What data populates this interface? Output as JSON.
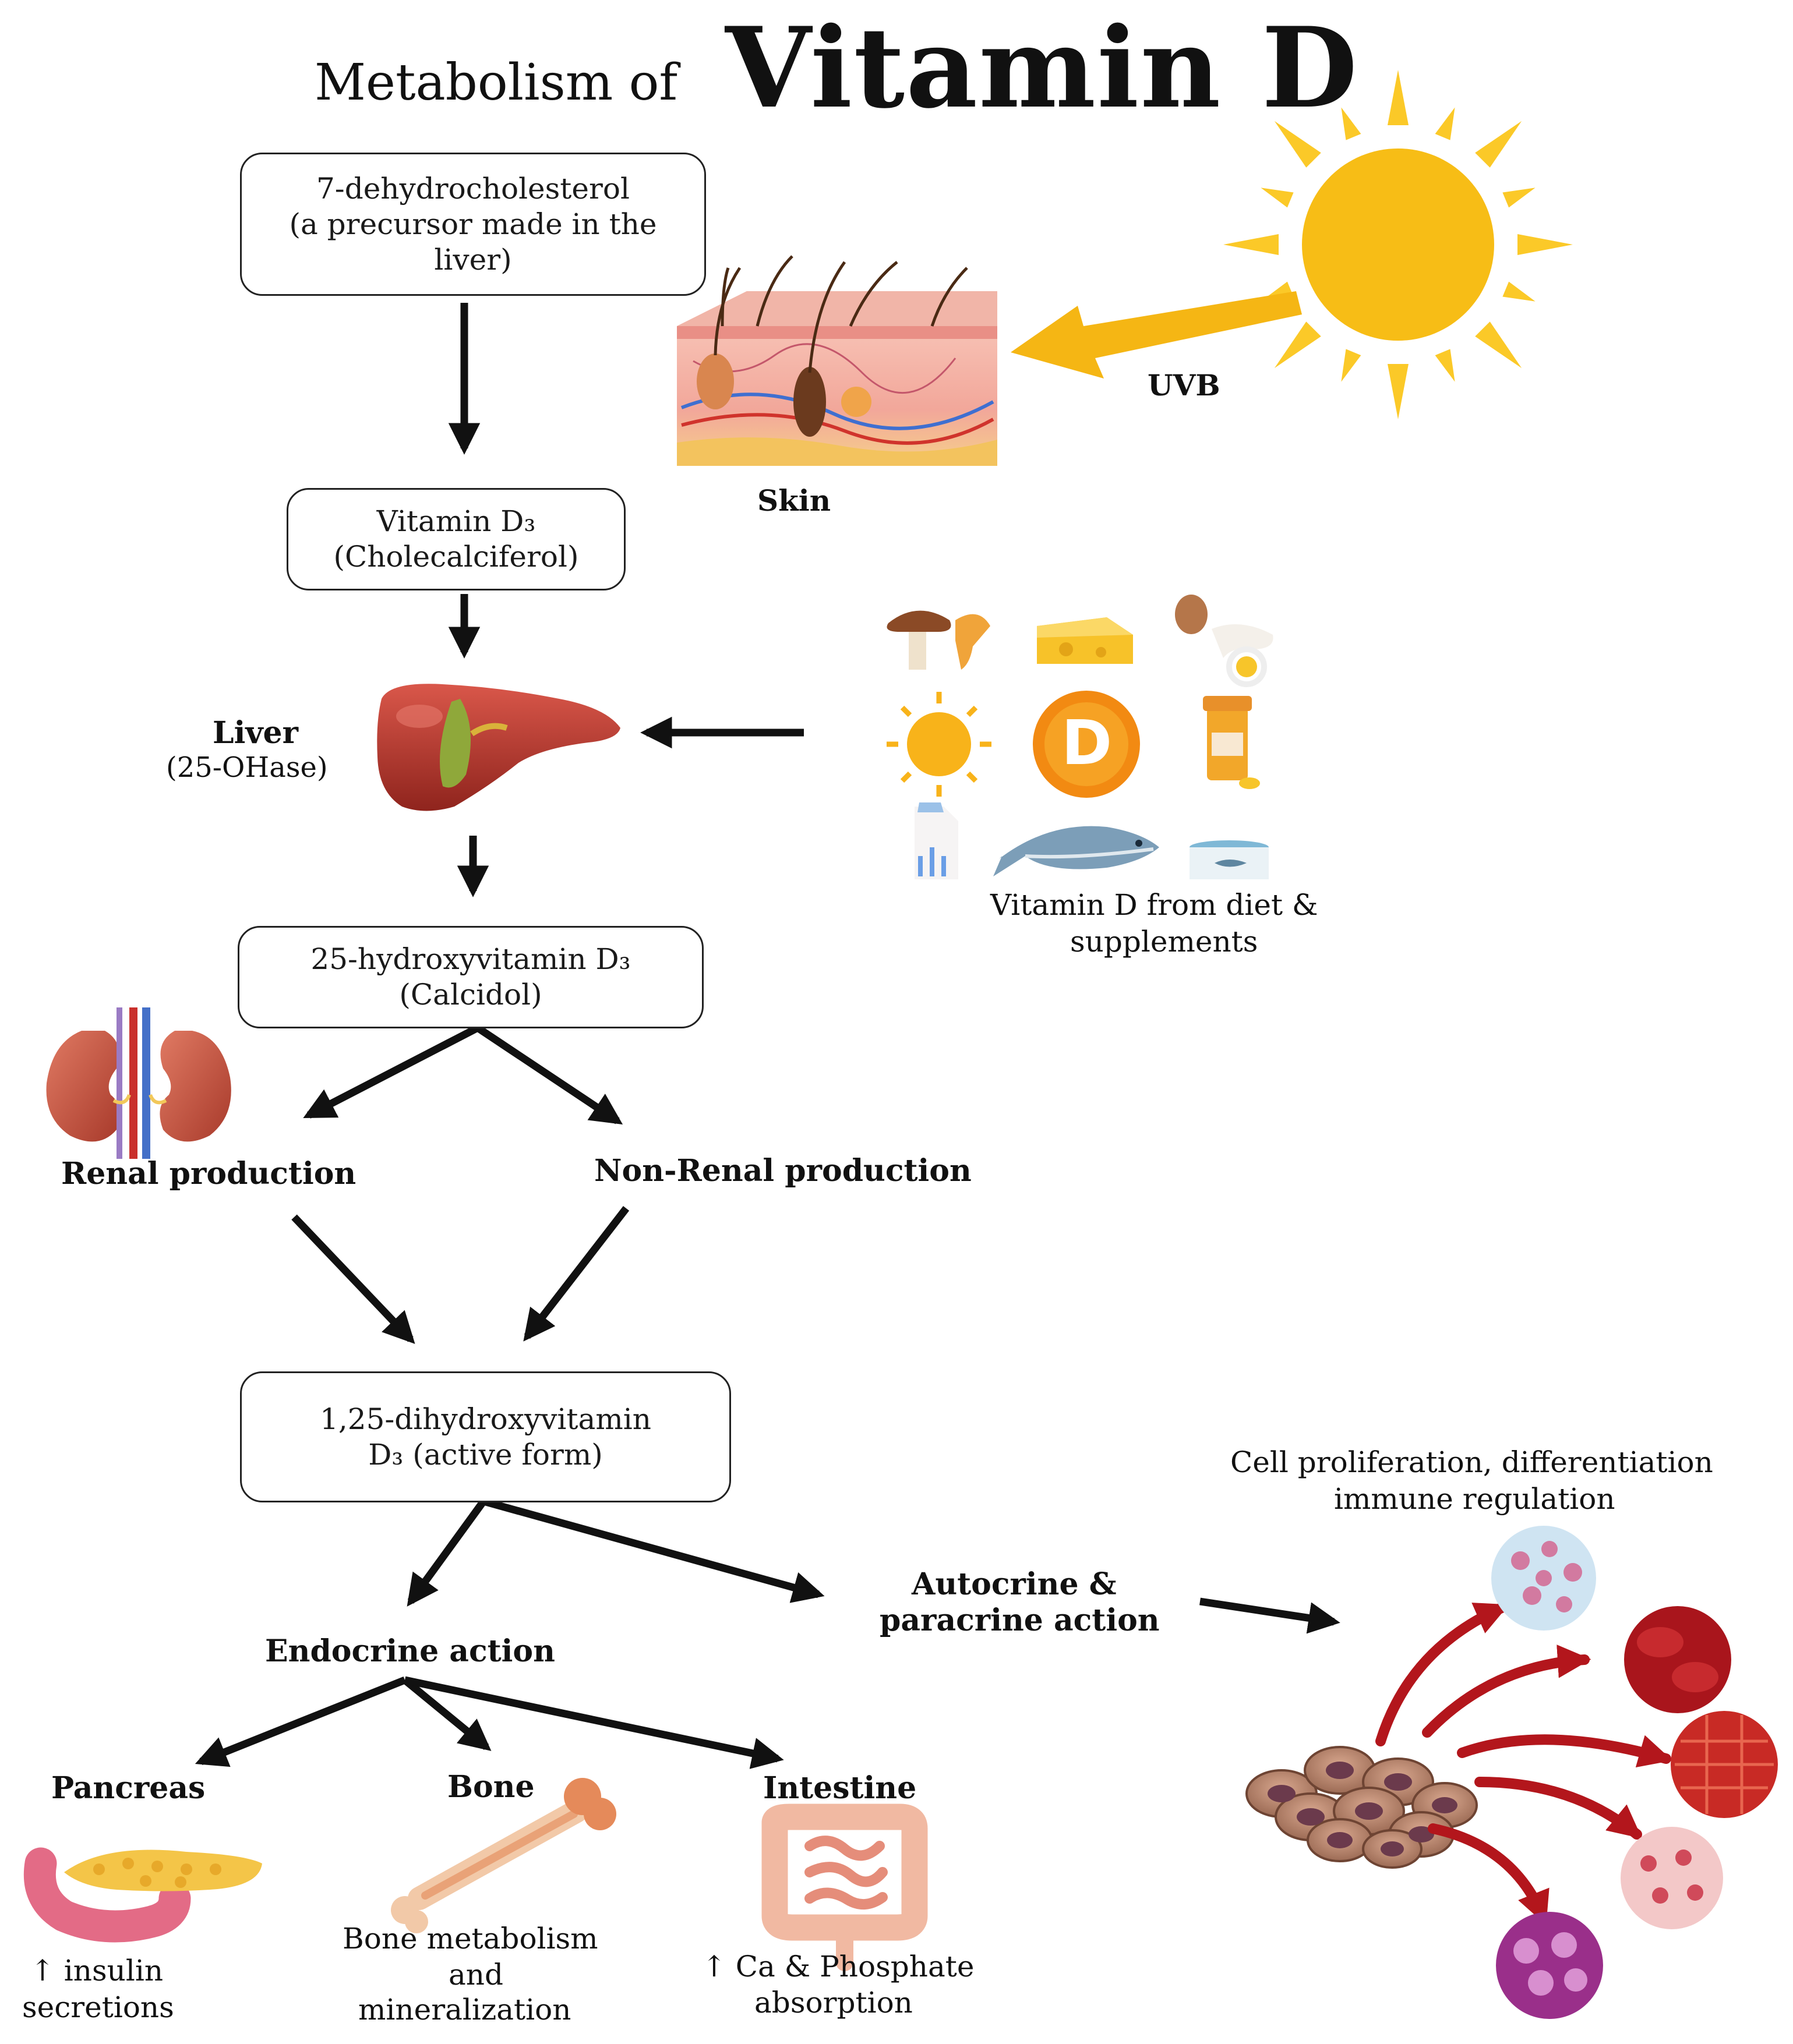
{
  "title": {
    "prefix": "Metabolism of",
    "main": "Vitamin D"
  },
  "nodes": {
    "precursor": {
      "line1": "7-dehydrocholesterol",
      "line2": "(a precursor made in the",
      "line3": "liver)"
    },
    "vitamin_d3": {
      "line1": "Vitamin D₃",
      "line2": "(Cholecalciferol)"
    },
    "calcidiol": {
      "line1": "25-hydroxyvitamin D₃",
      "line2": "(Calcidol)"
    },
    "active": {
      "line1": "1,25-dihydroxyvitamin",
      "line2": "D₃  (active form)"
    }
  },
  "labels": {
    "skin": "Skin",
    "uvb": "UVB",
    "liver": "Liver",
    "liver_enzyme": "(25-OHase)",
    "diet_line1": "Vitamin D from diet &",
    "diet_line2": "supplements",
    "renal": "Renal production",
    "non_renal": "Non-Renal production",
    "endocrine": "Endocrine action",
    "autocrine_line1": "Autocrine &",
    "autocrine_line2": "paracrine action",
    "cell_line1": "Cell proliferation, differentiation",
    "cell_line2": "immune regulation",
    "pancreas": "Pancreas",
    "bone": "Bone",
    "intestine": "Intestine",
    "pancreas_effect_line1": "↑ insulin",
    "pancreas_effect_line2": "secretions",
    "bone_effect_line1": "Bone metabolism",
    "bone_effect_line2": "and",
    "bone_effect_line3": "mineralization",
    "intestine_effect_line1": "↑ Ca & Phosphate",
    "intestine_effect_line2": "absorption",
    "vitamin_badge": "D"
  },
  "colors": {
    "arrow": "#111111",
    "sun": "#f7bd16",
    "sun_ray": "#fbc928",
    "liver": "#b8362c",
    "kidney": "#c8503c",
    "red_arrow": "#b3161c",
    "box_border": "#222222"
  }
}
